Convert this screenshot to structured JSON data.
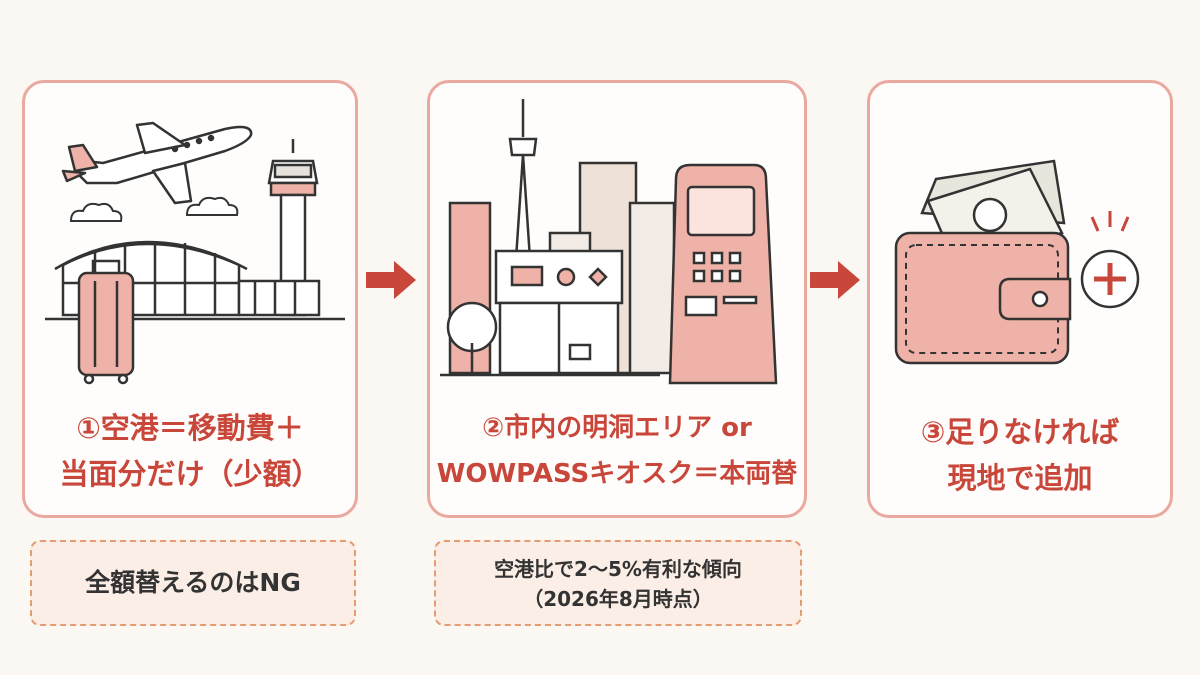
{
  "steps": [
    {
      "line1": "①空港＝移動費＋",
      "line2": "当面分だけ（少額）"
    },
    {
      "line1": "②市内の明洞エリア or",
      "line2": "WOWPASSキオスク＝本両替"
    },
    {
      "line1": "③足りなければ",
      "line2": "現地で追加"
    }
  ],
  "notes": {
    "note1": "全額替えるのはNG",
    "note2_line1": "空港比で2〜5%有利な傾向",
    "note2_line2": "（2026年8月時点）"
  },
  "colors": {
    "accent": "#c8463a",
    "card_border": "#e9a9a0",
    "pink_fill": "#efb2a8",
    "note_border": "#e39c74",
    "note_bg": "#fbeee6",
    "background": "#fbf7f3"
  },
  "icons": [
    "airplane-icon",
    "control-tower-icon",
    "suitcase-icon",
    "city-skyline-icon",
    "kiosk-icon",
    "wallet-icon",
    "banknote-icon",
    "plus-icon",
    "arrow-right-icon"
  ]
}
